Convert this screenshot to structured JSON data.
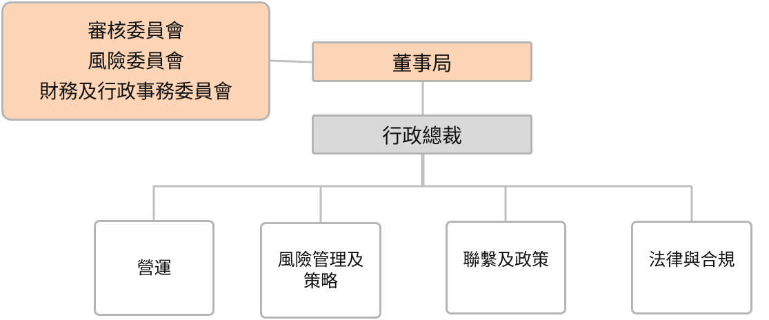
{
  "colors": {
    "committee_fill": "#fbd5b5",
    "board_fill": "#fbd5b5",
    "ceo_fill": "#d9d9d9",
    "dept_fill": "#ffffff",
    "border": "#b5b5b5",
    "connector": "#bfbfbf"
  },
  "committees": [
    "審核委員會",
    "風險委員會",
    "財務及行政事務委員會"
  ],
  "board": "董事局",
  "ceo": "行政總裁",
  "departments": [
    {
      "lines": [
        "營運"
      ]
    },
    {
      "lines": [
        "風險管理及",
        "策略"
      ]
    },
    {
      "lines": [
        "聯繫及政策"
      ]
    },
    {
      "lines": [
        "法律與合規"
      ]
    }
  ]
}
